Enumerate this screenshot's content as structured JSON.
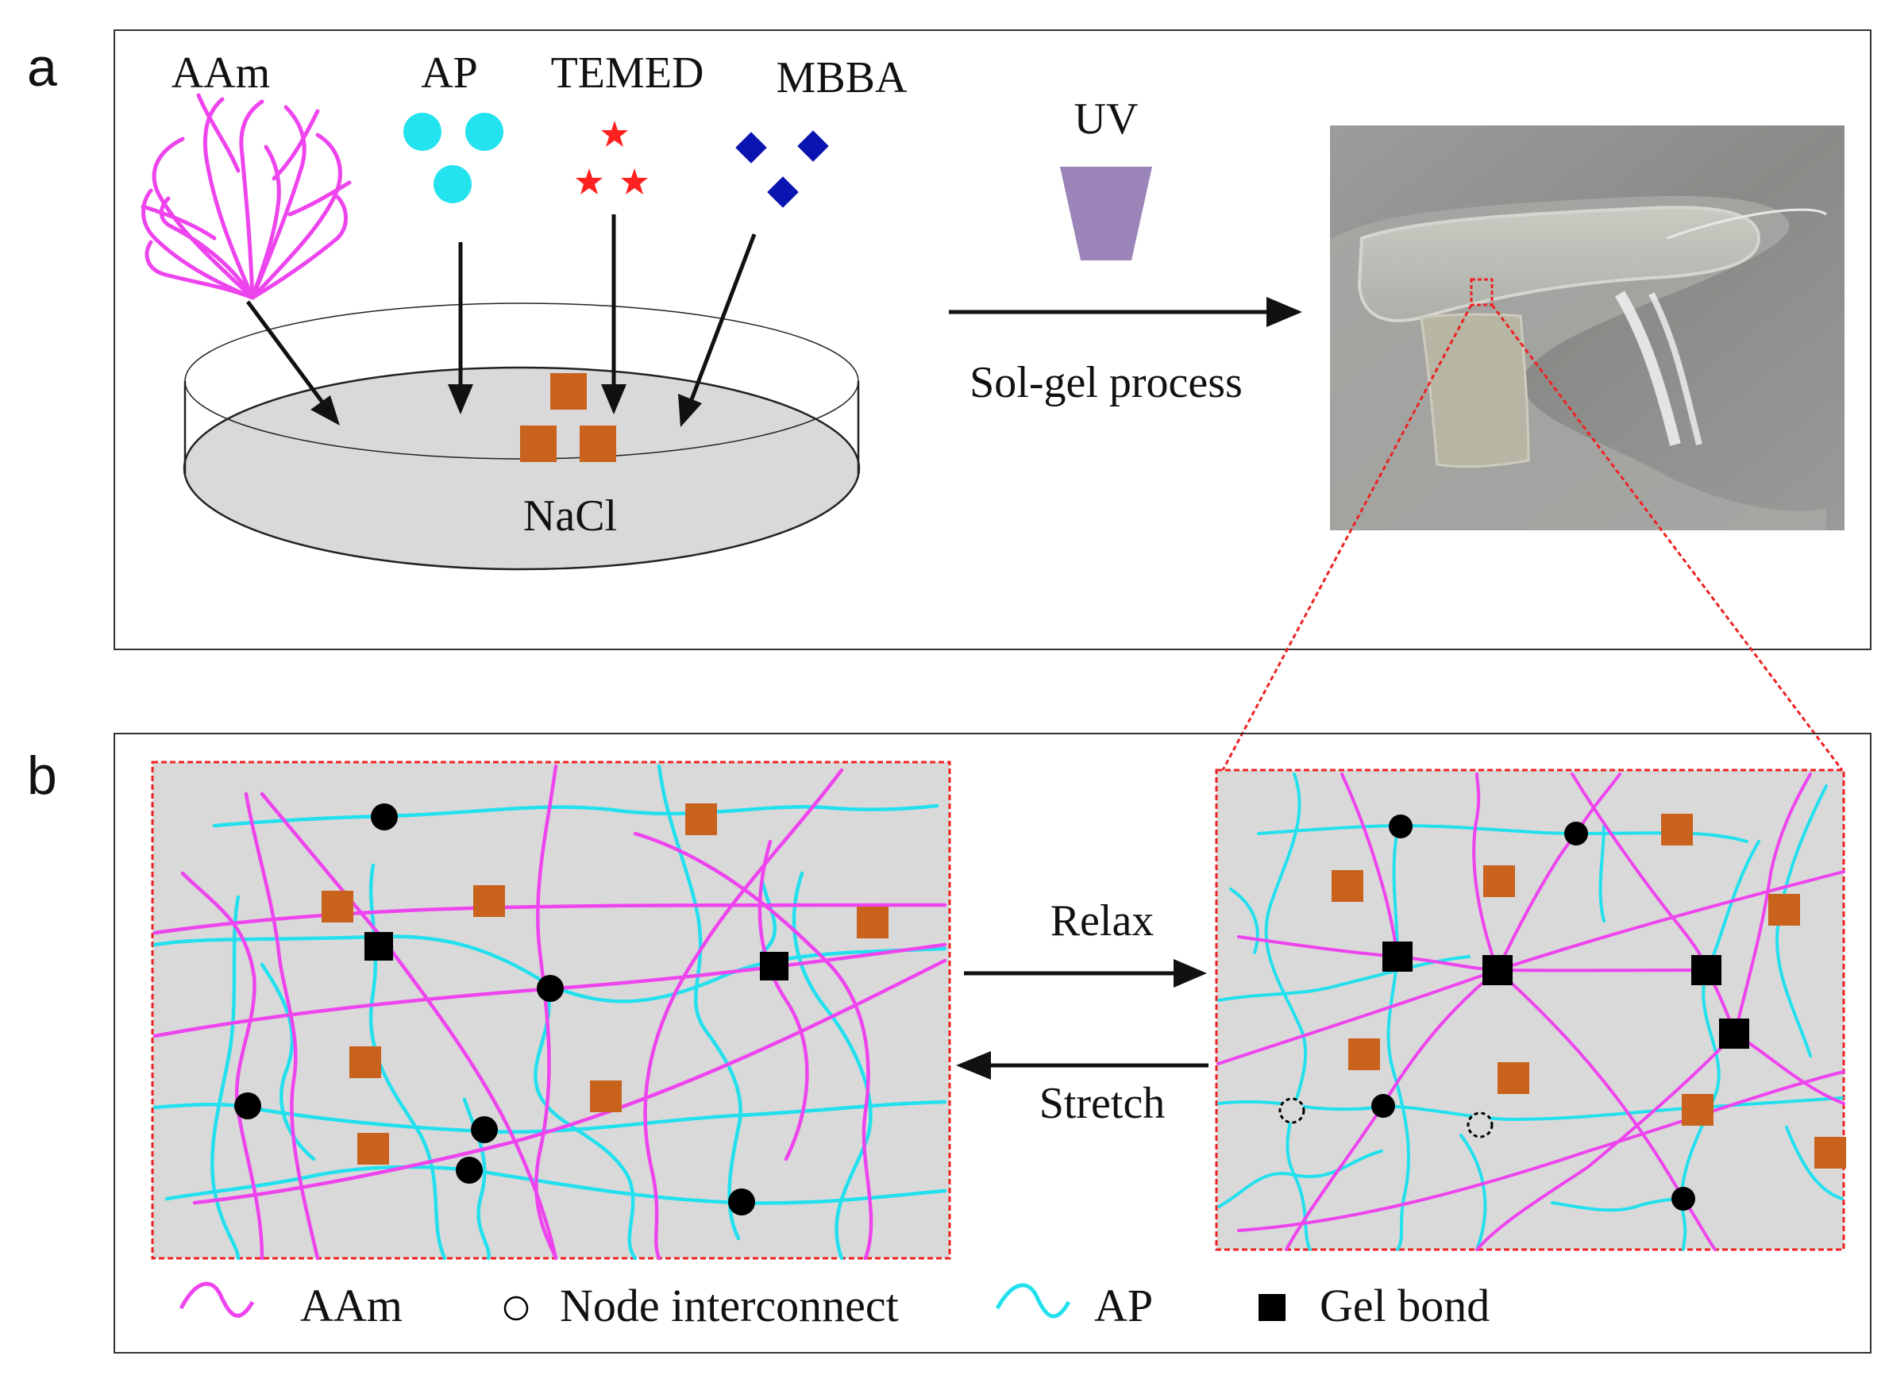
{
  "panel_a": {
    "letter": "a",
    "reagents": {
      "aam": "AAm",
      "ap": "AP",
      "temed": "TEMED",
      "mbba": "MBBA"
    },
    "dish_label": "NaCl",
    "uv_label": "UV",
    "process_label": "Sol-gel process"
  },
  "panel_b": {
    "letter": "b",
    "relax_label": "Relax",
    "stretch_label": "Stretch"
  },
  "legend": {
    "aam": "AAm",
    "node": "Node interconnect",
    "ap": "AP",
    "gel_bond": "Gel bond"
  },
  "colors": {
    "aam_chain": "#ee44ee",
    "ap_chain": "#22e0ee",
    "ap_particle": "#22e3ee",
    "temed_star": "#ff2020",
    "mbba_diamond": "#0a14b0",
    "nacl": "#c8621d",
    "uv_lamp": "#9b84b8",
    "zoom_box": "#ee2222",
    "gel_background": "#d9d9d9"
  }
}
